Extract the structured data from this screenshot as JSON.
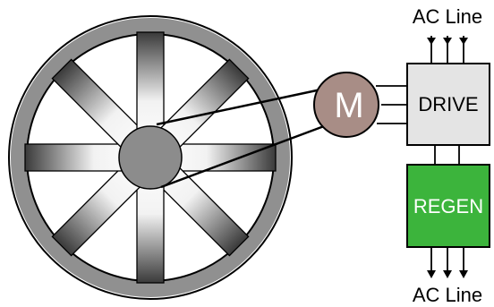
{
  "labels": {
    "motor": "M",
    "drive": "DRIVE",
    "regen": "REGEN",
    "ac_line_top": "AC Line",
    "ac_line_bottom": "AC Line"
  },
  "colors": {
    "wheel_ring": "#909090",
    "hub": "#8c8c8c",
    "motor": "#a88d86",
    "drive_box": "#e4e4e4",
    "regen_box": "#3cb43c",
    "outline": "#000000"
  }
}
